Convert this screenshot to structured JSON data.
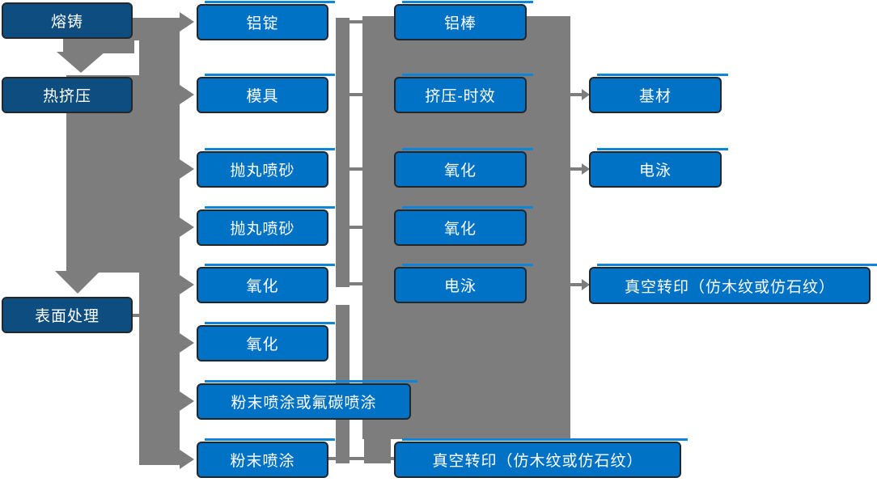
{
  "diagram": {
    "title": "aluminum-profile-production-process-flow",
    "col1": [
      "熔铸",
      "热挤压",
      "表面处理"
    ],
    "col2": [
      "铝锭",
      "模具",
      "抛丸喷砂",
      "抛丸喷砂",
      "氧化",
      "氧化",
      "粉末喷涂或氟碳喷涂",
      "粉末喷涂"
    ],
    "col3": [
      "铝棒",
      "挤压-时效",
      "氧化",
      "氧化",
      "电泳",
      "真空转印（仿木纹或仿石纹）"
    ],
    "col4": [
      "基材",
      "电泳",
      "真空转印（仿木纹或仿石纹）"
    ],
    "colors": {
      "dark_blue": "#0e4d80",
      "bright_blue": "#0072c6",
      "accent_blue": "#0d85d8",
      "connector_gray": "#7d7d7d",
      "box_border": "#23272b",
      "text": "#ffffff",
      "background": "#ffffff"
    }
  }
}
